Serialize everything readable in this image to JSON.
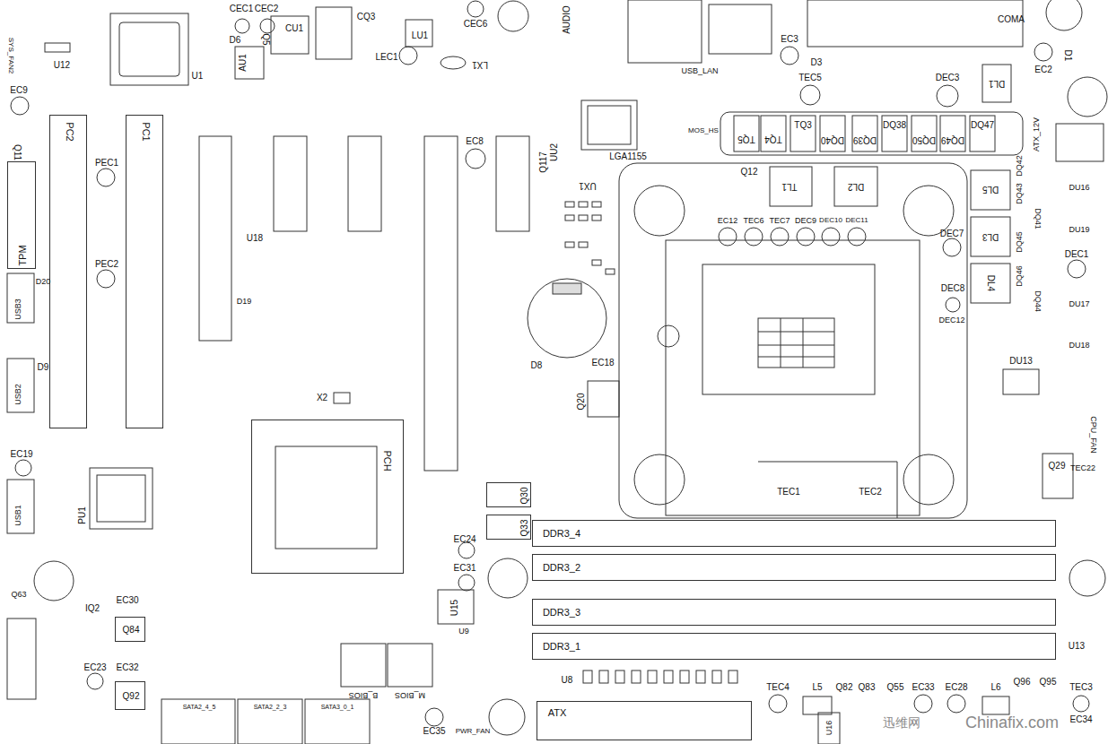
{
  "diagram": {
    "nodes": [
      {
        "text": [
          "PC2"
        ]
      },
      {
        "text": [
          "PC1"
        ]
      },
      {
        "text": [
          "TPM"
        ]
      },
      {
        "text": [
          "PCH"
        ]
      },
      {
        "text": [
          "Q30"
        ]
      },
      {
        "text": [
          "Q33"
        ]
      },
      {
        "text": [
          "DDR3_4"
        ]
      },
      {
        "text": [
          "DDR3_2"
        ]
      },
      {
        "text": [
          "DDR3_3"
        ]
      },
      {
        "text": [
          "DDR3_1"
        ]
      },
      {
        "text": [
          "Q84"
        ]
      },
      {
        "text": [
          "Q92"
        ]
      },
      {
        "text": [
          "ATX"
        ]
      }
    ],
    "labels": [
      "CEC1",
      "CEC2",
      "CQ3",
      "CEC6",
      "AUDIO",
      "COMA",
      "SYS_FAN2",
      "U12",
      "EC9",
      "U1",
      "D6",
      "Q5",
      "CU1",
      "AU1",
      "LEC1",
      "LU1",
      "LX1",
      "USB_LAN",
      "EC3",
      "D3",
      "D1",
      "EC2",
      "TEC5",
      "DEC3",
      "DL1",
      "Q11",
      "PEC1",
      "EC8",
      "UU2",
      "LGA1155",
      "Q117",
      "UX1",
      "MOS_HS",
      "TQ5",
      "TQ4",
      "TQ3",
      "DQ40",
      "DQ39",
      "DQ38",
      "DQ50",
      "DQ49",
      "DQ47",
      "ATX_12V",
      "Q12",
      "TL1",
      "DL2",
      "DQ42",
      "DU16",
      "DL5",
      "DQ43",
      "EC12",
      "TEC6",
      "TEC7",
      "DEC9",
      "DEC10",
      "DEC11",
      "DQ41",
      "DU19",
      "DL3",
      "DEC7",
      "DEC1",
      "PEC2",
      "U18",
      "DQ45",
      "D20",
      "DEC8",
      "DL4",
      "DQ46",
      "DU17",
      "D19",
      "DEC12",
      "DQ44",
      "USB3",
      "DU18",
      "D8",
      "EC18",
      "DU13",
      "D9",
      "X2",
      "Q20",
      "USB2",
      "CPU_FAN",
      "EC19",
      "Q29",
      "TEC22",
      "TEC1",
      "TEC2",
      "PU1",
      "USB1",
      "EC24",
      "EC31",
      "U15",
      "U13",
      "Q63",
      "IQ2",
      "EC30",
      "EC23",
      "EC32",
      "U9",
      "SATA2_4_5",
      "SATA2_2_3",
      "SATA3_0_1",
      "B_BIOS",
      "M_BIOS",
      "EC35",
      "PWR_FAN",
      "U8",
      "TEC4",
      "L5",
      "Q82",
      "Q83",
      "Q55",
      "EC33",
      "EC28",
      "L6",
      "Q96",
      "Q95",
      "TEC3",
      "U16",
      "EC34",
      "迅维网",
      "Chinafix.com"
    ]
  }
}
